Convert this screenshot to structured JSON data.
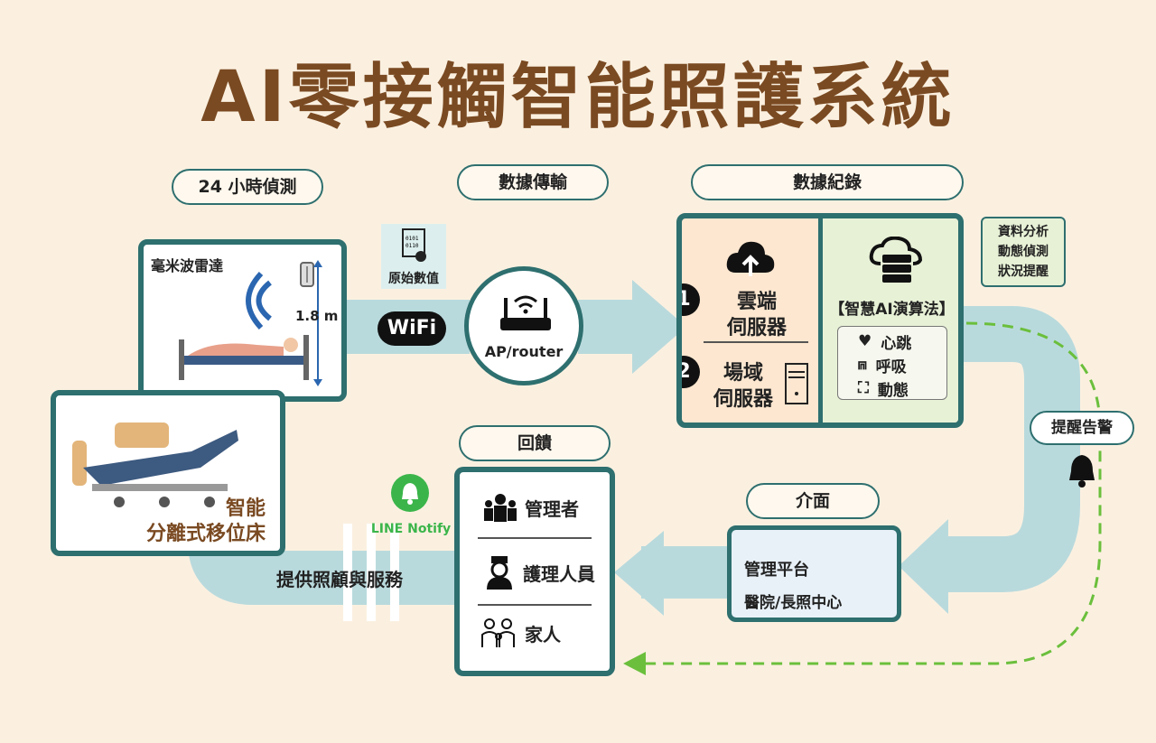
{
  "title": "AI零接觸智能照護系統",
  "stages": {
    "detect": "24 小時偵測",
    "transfer": "數據傳輸",
    "record": "數據紀錄",
    "feedback": "回饋",
    "interface": "介面"
  },
  "radar": {
    "label": "毫米波雷達",
    "height": "1.8 m"
  },
  "bed": {
    "line1": "智能",
    "line2": "分離式移位床"
  },
  "raw_data_label": "原始數值",
  "wifi_label": "WiFi",
  "router_label": "AP/router",
  "servers": {
    "cloud_num": "1",
    "cloud_line1": "雲端",
    "cloud_line2": "伺服器",
    "site_num": "2",
    "site_line1": "場域",
    "site_line2": "伺服器"
  },
  "algorithm": {
    "title": "【智慧AI演算法】",
    "items": [
      "心跳",
      "呼吸",
      "動態"
    ]
  },
  "analysis_box": {
    "line1": "資料分析",
    "line2": "動態偵測",
    "line3": "狀況提醒"
  },
  "alert_label": "提醒告警",
  "platform": {
    "title": "管理平台",
    "subtitle": "醫院/長照中心"
  },
  "roles": [
    "管理者",
    "護理人員",
    "家人"
  ],
  "line_notify": "LINE Notify",
  "service_label": "提供照顧與服務",
  "colors": {
    "teal": "#2e6f6f",
    "flow": "#b9dadd",
    "brown": "#7a4a22",
    "green": "#6bbf3c",
    "bg": "#fbf0e0"
  }
}
